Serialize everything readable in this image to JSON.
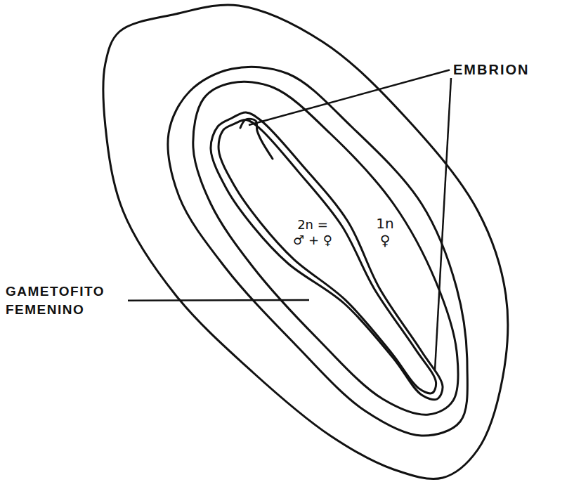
{
  "diagram": {
    "nodes": [
      {
        "text": [
          "1n ♀"
        ]
      },
      {
        "text": [
          "2n = ♂ + ♀"
        ],
        "in": 0
      }
    ],
    "labels": [
      "EMBRION",
      "GAMETOFITO FEMENINO"
    ]
  }
}
